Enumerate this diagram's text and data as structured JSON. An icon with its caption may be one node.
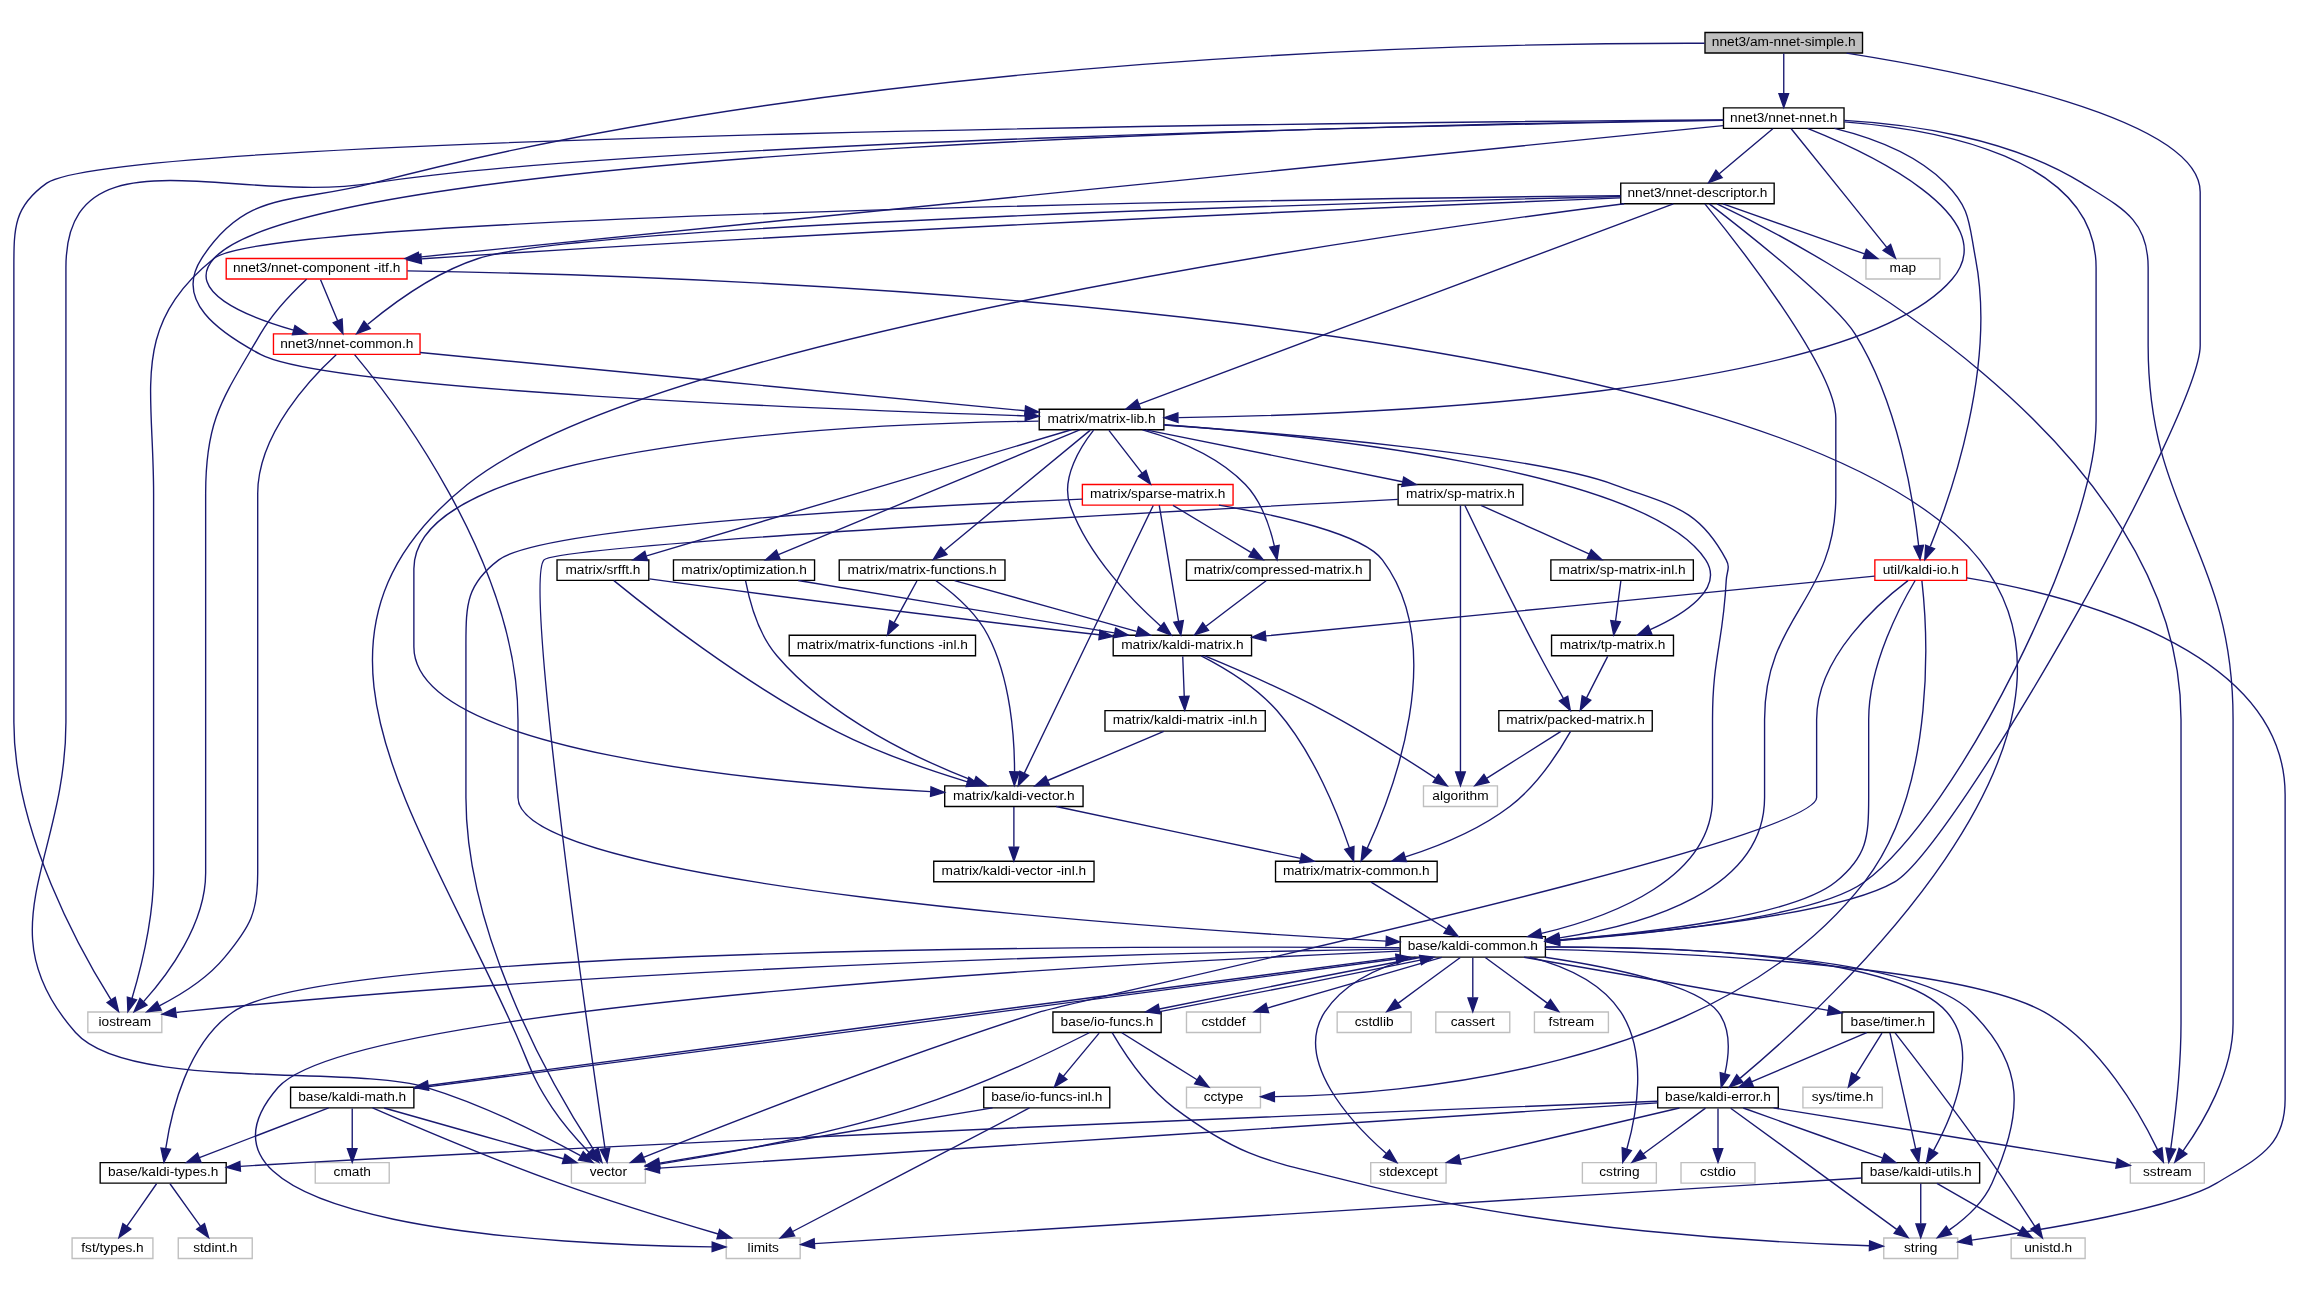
{
  "diagram": {
    "nodes": [
      {
        "text": [
          "nnet3/am-nnet-simple.h"
        ]
      },
      {
        "text": [
          "nnet3/nnet-nnet.h"
        ]
      },
      {
        "text": [
          "nnet3/nnet-descriptor.h"
        ]
      },
      {
        "text": [
          "nnet3/nnet-component -itf.h"
        ]
      },
      {
        "text": [
          "map"
        ]
      },
      {
        "text": [
          "nnet3/nnet-common.h"
        ]
      },
      {
        "text": [
          "matrix/matrix-lib.h"
        ]
      },
      {
        "text": [
          "matrix/sparse-matrix.h"
        ]
      },
      {
        "text": [
          "matrix/sp-matrix.h"
        ]
      },
      {
        "text": [
          "matrix/matrix-functions.h"
        ]
      },
      {
        "text": [
          "matrix/srfft.h"
        ]
      },
      {
        "text": [
          "matrix/optimization.h"
        ]
      },
      {
        "text": [
          "matrix/compressed-matrix.h"
        ]
      },
      {
        "text": [
          "matrix/sp-matrix-inl.h"
        ]
      },
      {
        "text": [
          "util/kaldi-io.h"
        ]
      },
      {
        "text": [
          "matrix/matrix-functions -inl.h"
        ]
      },
      {
        "text": [
          "matrix/kaldi-matrix.h"
        ]
      },
      {
        "text": [
          "matrix/tp-matrix.h"
        ]
      },
      {
        "text": [
          "matrix/kaldi-matrix -inl.h"
        ]
      },
      {
        "text": [
          "matrix/packed-matrix.h"
        ]
      },
      {
        "text": [
          "algorithm"
        ]
      },
      {
        "text": [
          "matrix/kaldi-vector.h"
        ]
      },
      {
        "text": [
          "matrix/kaldi-vector -inl.h"
        ]
      },
      {
        "text": [
          "matrix/matrix-common.h"
        ]
      },
      {
        "text": [
          "base/kaldi-common.h"
        ]
      },
      {
        "text": [
          "base/io-funcs.h"
        ]
      },
      {
        "text": [
          "cstddef"
        ]
      },
      {
        "text": [
          "cstdlib"
        ]
      },
      {
        "text": [
          "base/timer.h"
        ]
      },
      {
        "text": [
          "cassert"
        ]
      },
      {
        "text": [
          "fstream"
        ]
      },
      {
        "text": [
          "iostream"
        ]
      },
      {
        "text": [
          "cctype"
        ]
      },
      {
        "text": [
          "base/io-funcs-inl.h"
        ]
      },
      {
        "text": [
          "base/kaldi-math.h"
        ]
      },
      {
        "text": [
          "sys/time.h"
        ]
      },
      {
        "text": [
          "base/kaldi-error.h"
        ]
      },
      {
        "text": [
          "vector"
        ]
      },
      {
        "text": [
          "cmath"
        ]
      },
      {
        "text": [
          "base/kaldi-types.h"
        ]
      },
      {
        "text": [
          "base/kaldi-utils.h"
        ]
      },
      {
        "text": [
          "cstring"
        ]
      },
      {
        "text": [
          "cstdio"
        ]
      },
      {
        "text": [
          "stdexcept"
        ]
      },
      {
        "text": [
          "sstream"
        ]
      },
      {
        "text": [
          "limits"
        ]
      },
      {
        "text": [
          "fst/types.h"
        ]
      },
      {
        "text": [
          "stdint.h"
        ]
      },
      {
        "text": [
          "unistd.h"
        ]
      },
      {
        "text": [
          "string"
        ]
      }
    ],
    "edges": [
      {
        "from": 0,
        "to": 1,
        "arrow": "to"
      },
      {
        "from": 0,
        "to": 6,
        "arrow": "to"
      },
      {
        "from": 0,
        "to": 24,
        "arrow": "to"
      },
      {
        "from": 1,
        "to": 2,
        "arrow": "to"
      },
      {
        "from": 1,
        "to": 3,
        "arrow": "to"
      },
      {
        "from": 1,
        "to": 4,
        "arrow": "to"
      },
      {
        "from": 1,
        "to": 5,
        "arrow": "to"
      },
      {
        "from": 1,
        "to": 6,
        "arrow": "to"
      },
      {
        "from": 1,
        "to": 14,
        "arrow": "to"
      },
      {
        "from": 1,
        "to": 24,
        "arrow": "to"
      },
      {
        "from": 1,
        "to": 31,
        "arrow": "to"
      },
      {
        "from": 1,
        "to": 44,
        "arrow": "to"
      },
      {
        "from": 1,
        "to": 37,
        "arrow": "to"
      },
      {
        "from": 2,
        "to": 3,
        "arrow": "to"
      },
      {
        "from": 2,
        "to": 4,
        "arrow": "to"
      },
      {
        "from": 2,
        "to": 5,
        "arrow": "to"
      },
      {
        "from": 2,
        "to": 6,
        "arrow": "to"
      },
      {
        "from": 2,
        "to": 14,
        "arrow": "to"
      },
      {
        "from": 2,
        "to": 24,
        "arrow": "to"
      },
      {
        "from": 2,
        "to": 31,
        "arrow": "to"
      },
      {
        "from": 2,
        "to": 44,
        "arrow": "to"
      },
      {
        "from": 2,
        "to": 37,
        "arrow": "to"
      },
      {
        "from": 3,
        "to": 5,
        "arrow": "to"
      },
      {
        "from": 3,
        "to": 31,
        "arrow": "to"
      },
      {
        "from": 3,
        "to": 36,
        "arrow": "to"
      },
      {
        "from": 5,
        "to": 6,
        "arrow": "to"
      },
      {
        "from": 5,
        "to": 24,
        "arrow": "to"
      },
      {
        "from": 5,
        "to": 31,
        "arrow": "to"
      },
      {
        "from": 6,
        "to": 9,
        "arrow": "to"
      },
      {
        "from": 6,
        "to": 21,
        "arrow": "to"
      },
      {
        "from": 6,
        "to": 10,
        "arrow": "to"
      },
      {
        "from": 6,
        "to": 11,
        "arrow": "to"
      },
      {
        "from": 6,
        "to": 16,
        "arrow": "to"
      },
      {
        "from": 6,
        "to": 7,
        "arrow": "to"
      },
      {
        "from": 6,
        "to": 12,
        "arrow": "to"
      },
      {
        "from": 6,
        "to": 8,
        "arrow": "to"
      },
      {
        "from": 6,
        "to": 17,
        "arrow": "to"
      },
      {
        "from": 6,
        "to": 24,
        "arrow": "to"
      },
      {
        "from": 7,
        "to": 37,
        "arrow": "to"
      },
      {
        "from": 7,
        "to": 16,
        "arrow": "to"
      },
      {
        "from": 7,
        "to": 12,
        "arrow": "to"
      },
      {
        "from": 7,
        "to": 21,
        "arrow": "to"
      },
      {
        "from": 7,
        "to": 23,
        "arrow": "to"
      },
      {
        "from": 8,
        "to": 37,
        "arrow": "to"
      },
      {
        "from": 8,
        "to": 13,
        "arrow": "to"
      },
      {
        "from": 8,
        "to": 20,
        "arrow": "to"
      },
      {
        "from": 8,
        "to": 19,
        "arrow": "to"
      },
      {
        "from": 9,
        "to": 15,
        "arrow": "to"
      },
      {
        "from": 9,
        "to": 16,
        "arrow": "to"
      },
      {
        "from": 9,
        "to": 21,
        "arrow": "to"
      },
      {
        "from": 10,
        "to": 16,
        "arrow": "to"
      },
      {
        "from": 10,
        "to": 21,
        "arrow": "to"
      },
      {
        "from": 11,
        "to": 21,
        "arrow": "to"
      },
      {
        "from": 11,
        "to": 16,
        "arrow": "to"
      },
      {
        "from": 12,
        "to": 16,
        "arrow": "to"
      },
      {
        "from": 13,
        "to": 17,
        "arrow": "to"
      },
      {
        "from": 14,
        "to": 16,
        "arrow": "to"
      },
      {
        "from": 14,
        "to": 37,
        "arrow": "to"
      },
      {
        "from": 14,
        "to": 32,
        "arrow": "to"
      },
      {
        "from": 14,
        "to": 49,
        "arrow": "to"
      },
      {
        "from": 14,
        "to": 24,
        "arrow": "to"
      },
      {
        "from": 16,
        "to": 18,
        "arrow": "to"
      },
      {
        "from": 16,
        "to": 23,
        "arrow": "to"
      },
      {
        "from": 16,
        "to": 20,
        "arrow": "to"
      },
      {
        "from": 17,
        "to": 19,
        "arrow": "to"
      },
      {
        "from": 18,
        "to": 21,
        "arrow": "to"
      },
      {
        "from": 19,
        "to": 20,
        "arrow": "to"
      },
      {
        "from": 19,
        "to": 23,
        "arrow": "to"
      },
      {
        "from": 21,
        "to": 22,
        "arrow": "to"
      },
      {
        "from": 21,
        "to": 23,
        "arrow": "to"
      },
      {
        "from": 23,
        "to": 24,
        "arrow": "to"
      },
      {
        "from": 24,
        "to": 25,
        "arrow": "to"
      },
      {
        "from": 24,
        "to": 26,
        "arrow": "to"
      },
      {
        "from": 24,
        "to": 27,
        "arrow": "to"
      },
      {
        "from": 24,
        "to": 28,
        "arrow": "to"
      },
      {
        "from": 24,
        "to": 29,
        "arrow": "to"
      },
      {
        "from": 24,
        "to": 30,
        "arrow": "to"
      },
      {
        "from": 24,
        "to": 31,
        "arrow": "to"
      },
      {
        "from": 24,
        "to": 41,
        "arrow": "to"
      },
      {
        "from": 24,
        "to": 36,
        "arrow": "to"
      },
      {
        "from": 24,
        "to": 43,
        "arrow": "to"
      },
      {
        "from": 24,
        "to": 44,
        "arrow": "to"
      },
      {
        "from": 24,
        "to": 49,
        "arrow": "to"
      },
      {
        "from": 24,
        "to": 40,
        "arrow": "to"
      },
      {
        "from": 24,
        "to": 34,
        "arrow": "to"
      },
      {
        "from": 24,
        "to": 39,
        "arrow": "to"
      },
      {
        "from": 24,
        "to": 45,
        "arrow": "to"
      },
      {
        "from": 25,
        "to": 24,
        "arrow": "to"
      },
      {
        "from": 25,
        "to": 32,
        "arrow": "to"
      },
      {
        "from": 25,
        "to": 37,
        "arrow": "to"
      },
      {
        "from": 25,
        "to": 33,
        "arrow": "to"
      },
      {
        "from": 25,
        "to": 49,
        "arrow": "to"
      },
      {
        "from": 28,
        "to": 35,
        "arrow": "to"
      },
      {
        "from": 28,
        "to": 48,
        "arrow": "to"
      },
      {
        "from": 28,
        "to": 40,
        "arrow": "to"
      },
      {
        "from": 28,
        "to": 36,
        "arrow": "to"
      },
      {
        "from": 33,
        "to": 37,
        "arrow": "to"
      },
      {
        "from": 33,
        "to": 45,
        "arrow": "to"
      },
      {
        "from": 34,
        "to": 24,
        "arrow": "to"
      },
      {
        "from": 34,
        "to": 37,
        "arrow": "to"
      },
      {
        "from": 34,
        "to": 38,
        "arrow": "to"
      },
      {
        "from": 34,
        "to": 39,
        "arrow": "to"
      },
      {
        "from": 34,
        "to": 45,
        "arrow": "to"
      },
      {
        "from": 36,
        "to": 37,
        "arrow": "to"
      },
      {
        "from": 36,
        "to": 39,
        "arrow": "to"
      },
      {
        "from": 36,
        "to": 40,
        "arrow": "to"
      },
      {
        "from": 36,
        "to": 41,
        "arrow": "to"
      },
      {
        "from": 36,
        "to": 42,
        "arrow": "to"
      },
      {
        "from": 36,
        "to": 43,
        "arrow": "to"
      },
      {
        "from": 36,
        "to": 44,
        "arrow": "to"
      },
      {
        "from": 36,
        "to": 49,
        "arrow": "to"
      },
      {
        "from": 39,
        "to": 46,
        "arrow": "to"
      },
      {
        "from": 39,
        "to": 47,
        "arrow": "to"
      },
      {
        "from": 40,
        "to": 45,
        "arrow": "to"
      },
      {
        "from": 40,
        "to": 48,
        "arrow": "to"
      },
      {
        "from": 40,
        "to": 49,
        "arrow": "to"
      }
    ]
  }
}
